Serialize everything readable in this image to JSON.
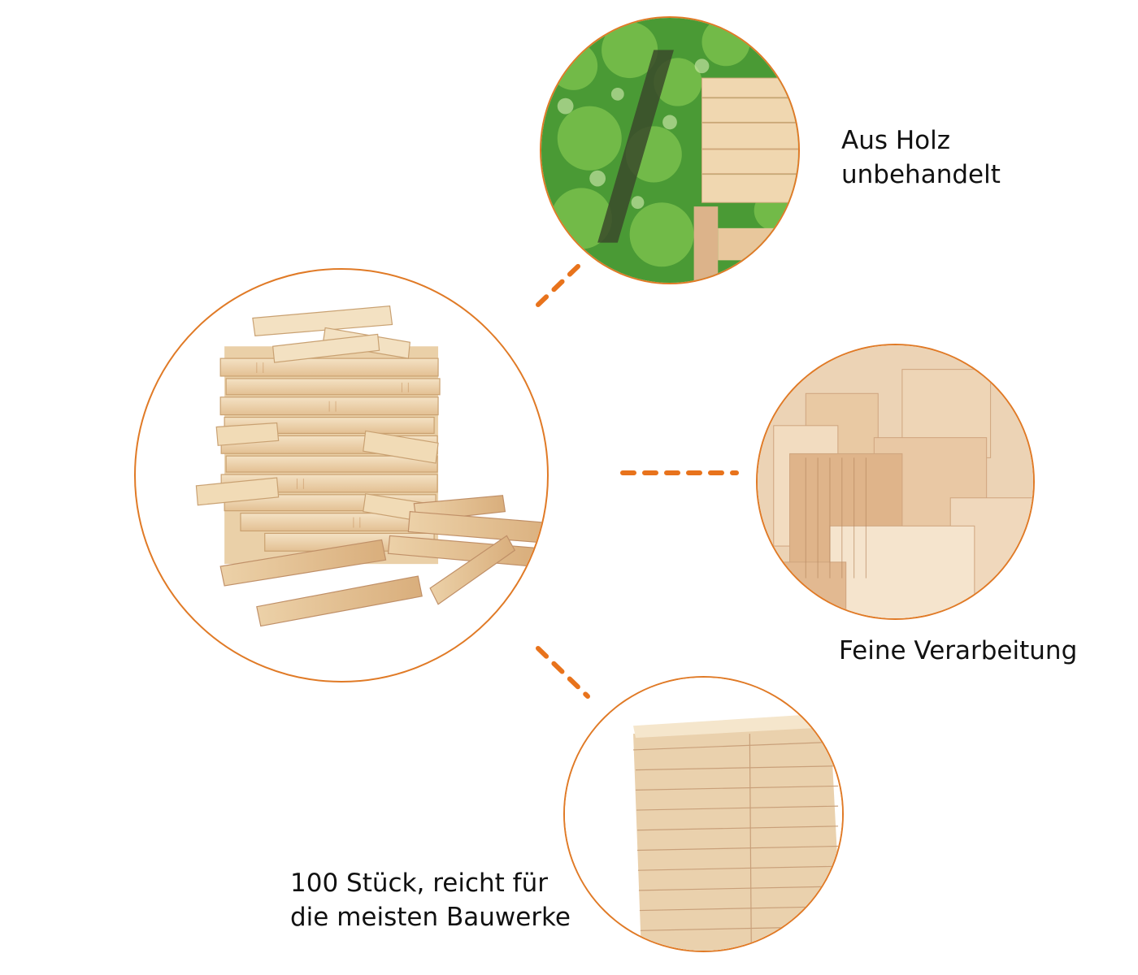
{
  "colors": {
    "accent": "#e8731c",
    "circle_border": "#e07a26",
    "text": "#111111",
    "background": "#ffffff",
    "wood_light": "#f1dcbc",
    "wood_mid": "#e6c49a",
    "wood_dark": "#c99a6a",
    "foliage": "#3f8f2e"
  },
  "main_image": {
    "alt": "Tower of stacked natural pine wood building blocks with loose blocks in front"
  },
  "features": [
    {
      "id": "wood",
      "image_alt": "Forest trees with a wooden block structure",
      "label_lines": [
        "Aus Holz",
        "unbehandelt"
      ]
    },
    {
      "id": "finish",
      "image_alt": "Close-up of upright smooth wooden blocks",
      "label_lines": [
        "Feine Verarbeitung"
      ]
    },
    {
      "id": "count",
      "image_alt": "Neatly stacked pile of wooden blocks",
      "label_lines": [
        "100 Stück, reicht für",
        "die meisten Bauwerke"
      ]
    }
  ]
}
